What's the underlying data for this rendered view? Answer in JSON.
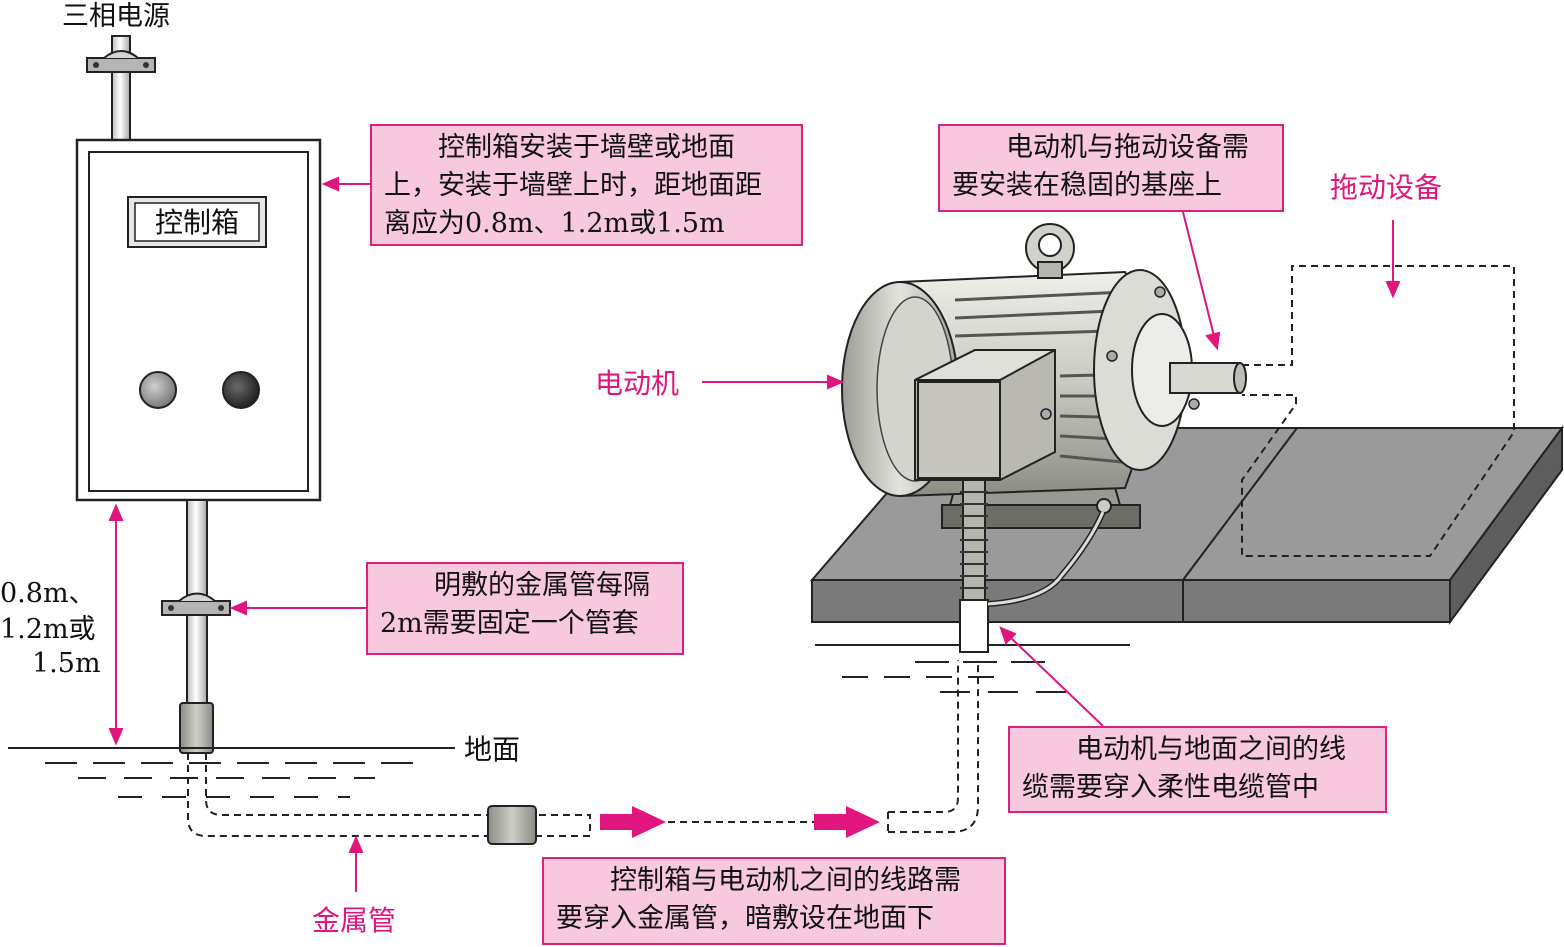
{
  "labels": {
    "power_source": "三相电源",
    "control_box_plate": "控制箱",
    "ground": "地面",
    "motor": "电动机",
    "driven_equipment": "拖动设备",
    "metal_pipe": "金属管",
    "height_line1": "0.8m、",
    "height_line2": "1.2m或",
    "height_line3": "1.5m"
  },
  "notes": {
    "control_box_install": {
      "line1": "控制箱安装于墙壁或地面",
      "line2": "上，安装于墙壁上时，距地面距",
      "line3": "离应为0.8m、1.2m或1.5m"
    },
    "motor_base": {
      "line1": "电动机与拖动设备需",
      "line2": "要安装在稳固的基座上"
    },
    "pipe_clamp": {
      "line1": "明敷的金属管每隔",
      "line2": "2m需要固定一个管套"
    },
    "flexible_conduit": {
      "line1": "电动机与地面之间的线",
      "line2": "缆需要穿入柔性电缆管中"
    },
    "buried_pipe": {
      "line1": "控制箱与电动机之间的线路需",
      "line2": "要穿入金属管，暗敷设在地面下"
    }
  },
  "colors": {
    "accent": "#e0157e",
    "note_fill": "#f8c9de",
    "note_border": "#d8227c",
    "base_top": "#9a9a9a",
    "base_front": "#7a7a7a"
  }
}
